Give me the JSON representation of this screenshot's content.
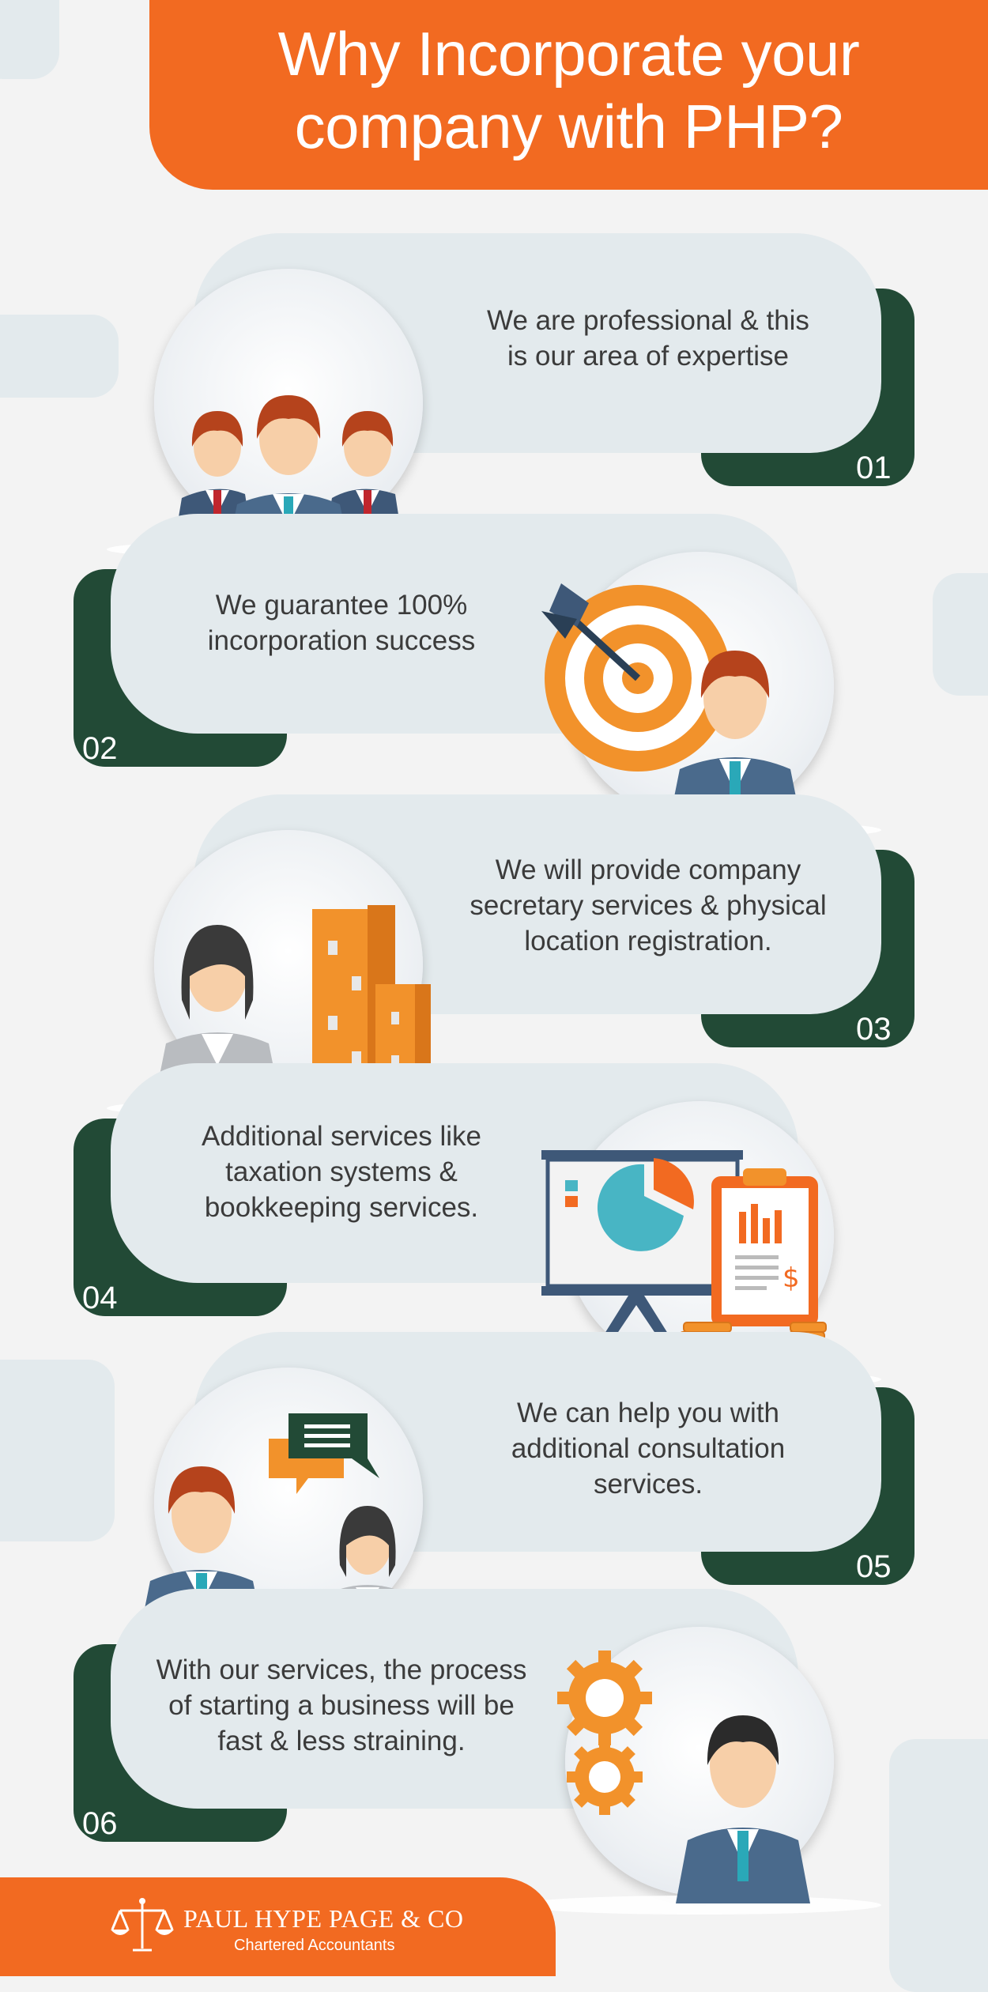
{
  "header": {
    "title_line1": "Why Incorporate your",
    "title_line2": "company with PHP?"
  },
  "items": [
    {
      "number": "01",
      "text_lines": [
        "We are professional & this",
        "is our area of expertise"
      ],
      "icon": "business-team-icon"
    },
    {
      "number": "02",
      "text_lines": [
        "We guarantee 100%",
        "incorporation success"
      ],
      "icon": "target-businessman-icon"
    },
    {
      "number": "03",
      "text_lines": [
        "We will provide company",
        "secretary services & physical",
        "location registration."
      ],
      "icon": "secretary-office-icon"
    },
    {
      "number": "04",
      "text_lines": [
        "Additional services like",
        "taxation systems &",
        "bookkeeping services."
      ],
      "icon": "finance-presentation-icon"
    },
    {
      "number": "05",
      "text_lines": [
        "We can help you with",
        "additional consultation",
        "services."
      ],
      "icon": "consultation-chat-icon"
    },
    {
      "number": "06",
      "text_lines": [
        "With our services, the process",
        "of starting a business will be",
        "fast & less straining."
      ],
      "icon": "gears-businessman-icon"
    }
  ],
  "footer": {
    "brand": "PAUL HYPE PAGE & CO",
    "subtitle": "Chartered Accountants",
    "logo_icon": "scales-of-justice-icon"
  },
  "colors": {
    "orange": "#f26a21",
    "dark_green": "#224a36",
    "panel": "#e3eaed",
    "background": "#f3f3f3"
  }
}
